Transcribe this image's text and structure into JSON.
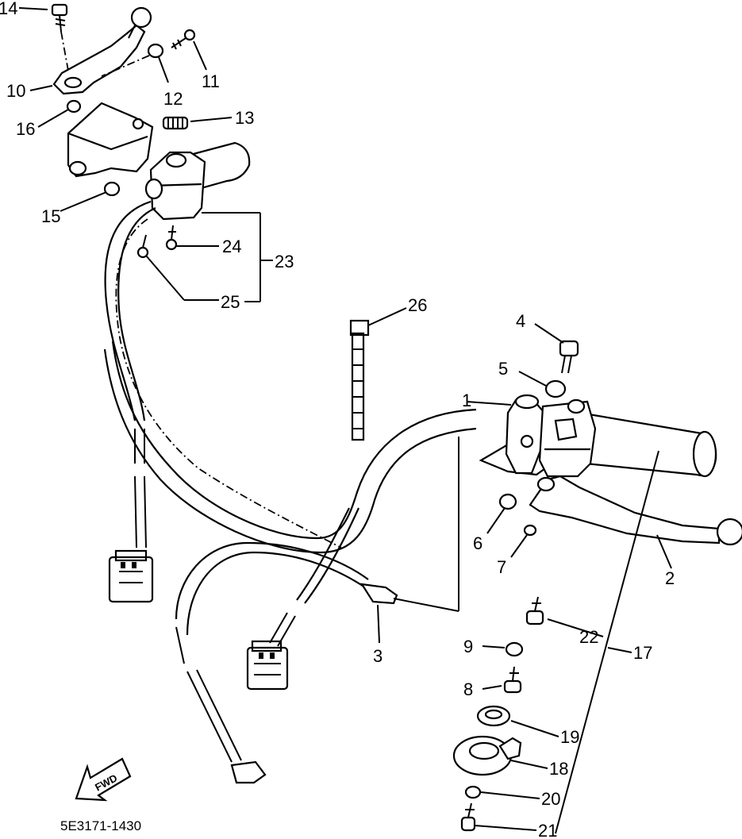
{
  "diagram": {
    "callouts": [
      "1",
      "2",
      "3",
      "4",
      "5",
      "6",
      "7",
      "8",
      "9",
      "10",
      "11",
      "12",
      "13",
      "14",
      "15",
      "16",
      "17",
      "18",
      "19",
      "20",
      "21",
      "22",
      "23",
      "24",
      "25",
      "26"
    ],
    "code": "5E3171-1430",
    "arrow_text": "FWD"
  }
}
